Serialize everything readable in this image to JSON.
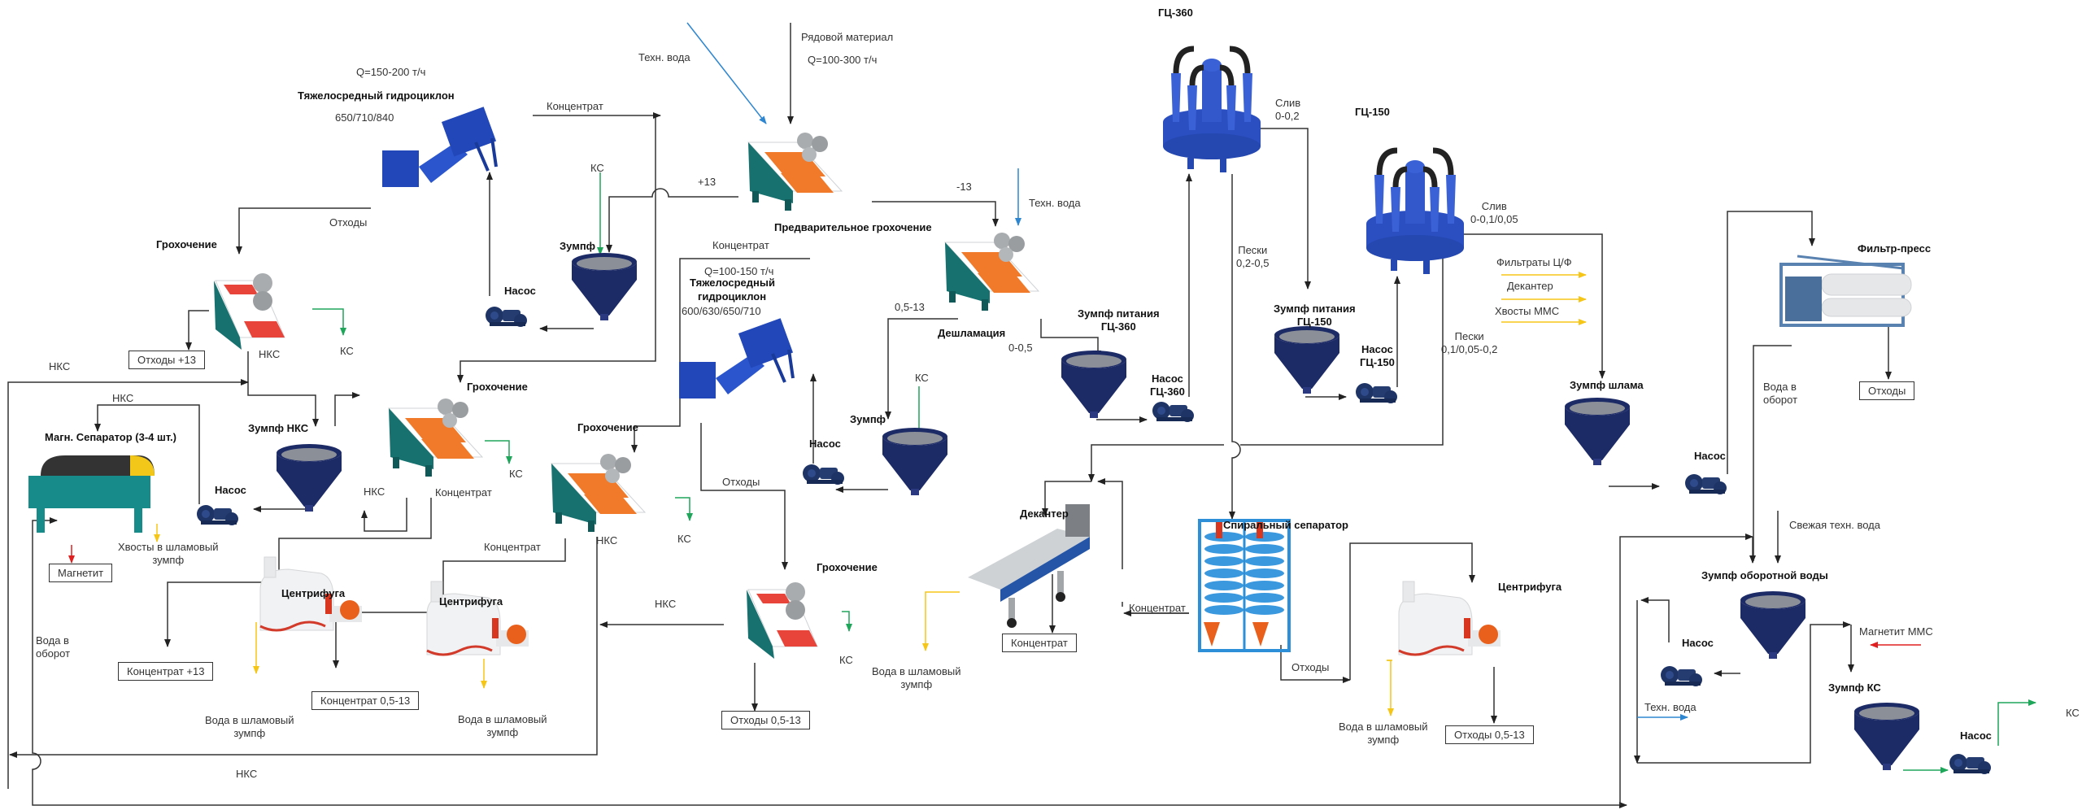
{
  "title": "Технологическая схема обогащения",
  "colors": {
    "line": "#333333",
    "water": "#2e86d1",
    "ks": "#1fa65a",
    "slime": "#f5c518",
    "magnetite": "#e02020",
    "equip_blue": "#2247b8",
    "sump_navy": "#1c2a66",
    "screen_teal": "#17716f",
    "screen_orange": "#f07a2a",
    "screen_red": "#e8443a"
  },
  "inputs": {
    "feed_label": "Рядовой материал",
    "feed_rate": "Q=100-300 т/ч",
    "tech_water_1": "Техн. вода",
    "tech_water_2": "Техн. вода",
    "tech_water_3": "Техн. вода",
    "fresh_water": "Свежая техн. вода",
    "magnetite_mms": "Магнетит ММС"
  },
  "equipment": {
    "pre_screen": "Предварительное грохочение",
    "hc1_title": "Тяжелосредный гидроциклон",
    "hc1_rate": "Q=150-200 т/ч",
    "hc1_size": "650/710/840",
    "hc2_rate": "Q=100-150 т/ч",
    "hc2_title_1": "Тяжелосредный",
    "hc2_title_2": "гидроциклон",
    "hc2_size": "600/630/650/710",
    "screen_1": "Грохочение",
    "screen_2": "Грохочение",
    "screen_3": "Грохочение",
    "screen_4": "Грохочение",
    "desliming": "Дешламация",
    "sump_1": "Зумпф",
    "sump_2": "Зумпф",
    "sump_nks": "Зумпф НКС",
    "sump_gc360_1": "Зумпф питания",
    "sump_gc360_2": "ГЦ-360",
    "sump_gc150_1": "Зумпф питания",
    "sump_gc150_2": "ГЦ-150",
    "sump_slime": "Зумпф шлама",
    "sump_recycle": "Зумпф оборотной воды",
    "sump_ks": "Зумпф КС",
    "pump": "Насос",
    "pump_gc360_1": "Насос",
    "pump_gc360_2": "ГЦ-360",
    "pump_gc150_1": "Насос",
    "pump_gc150_2": "ГЦ-150",
    "mag_sep": "Магн. Сепаратор (3-4 шт.)",
    "centrifuge": "Центрифуга",
    "decanter": "Декантер",
    "spiral": "Спиральный сепаратор",
    "gc360": "ГЦ-360",
    "gc150": "ГЦ-150",
    "filter_press": "Фильтр-пресс"
  },
  "streams": {
    "concentrate": "Концентрат",
    "tails": "Отходы",
    "plus13": "+13",
    "minus13": "-13",
    "ks": "КС",
    "nks": "НКС",
    "fr_05_13": "0,5-13",
    "fr_0_05": "0-0,5",
    "overflow_360_1": "Слив",
    "overflow_360_2": "0-0,2",
    "sands_360_1": "Пески",
    "sands_360_2": "0,2-0,5",
    "overflow_150_1": "Слив",
    "overflow_150_2": "0-0,1/0,05",
    "sands_150_1": "Пески",
    "sands_150_2": "0,1/0,05-0,2",
    "slime_in_1": "Фильтраты Ц/Ф",
    "slime_in_2": "Декантер",
    "slime_in_3": "Хвосты ММС",
    "tails_mag_1": "Хвосты в шламовый",
    "tails_mag_2": "зумпф",
    "water_slime_1": "Вода в шламовый",
    "water_slime_2": "зумпф",
    "water_return_1": "Вода в",
    "water_return_2": "оборот"
  },
  "products": {
    "tails_13": "Отходы +13",
    "magnetite": "Магнетит",
    "conc_13": "Концентрат +13",
    "conc_05_13": "Концентрат 0,5-13",
    "tails_05_13_a": "Отходы 0,5-13",
    "tails_05_13_b": "Отходы 0,5-13",
    "conc_decanter": "Концентрат",
    "tails_fp": "Отходы"
  }
}
